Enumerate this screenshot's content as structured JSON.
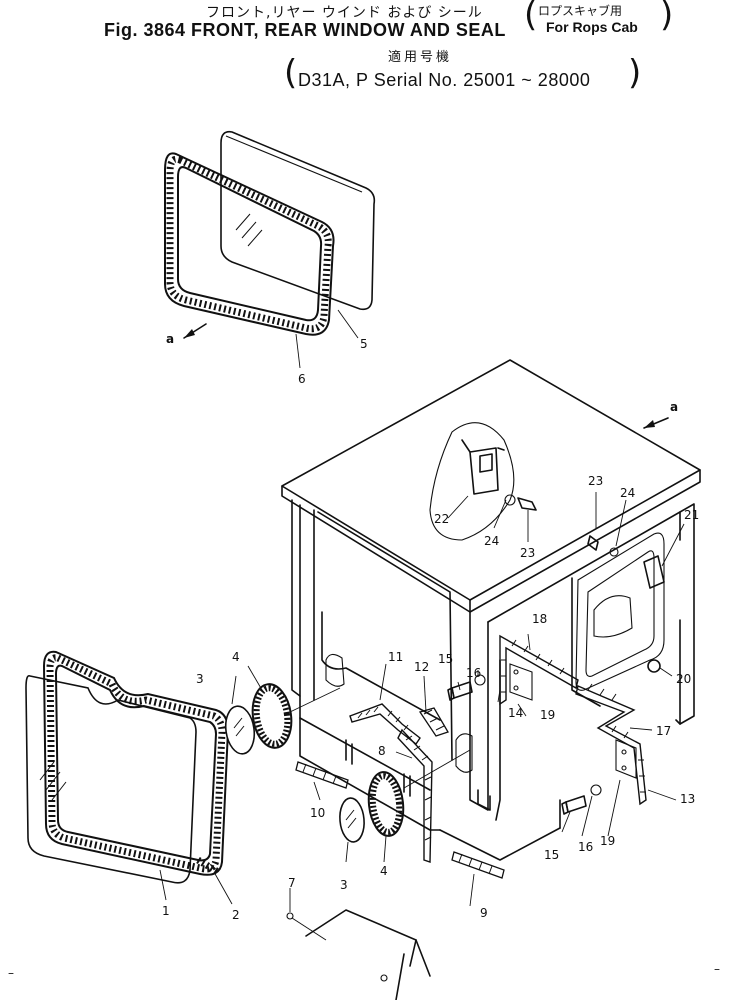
{
  "header": {
    "jp_title": "フロント,リヤー ウインド および シール",
    "jp_sub": "ロプスキャブ用",
    "en_title": "Fig. 3864 FRONT, REAR WINDOW AND SEAL",
    "en_sub": "For Rops Cab",
    "jp_serial_label": "適用号機",
    "serial": "D31A, P Serial No. 25001 ~ 28000"
  },
  "callouts": {
    "view_a_top": "a",
    "view_a_left": "a",
    "p1": "1",
    "p2": "2",
    "p3a": "3",
    "p3b": "3",
    "p4a": "4",
    "p4b": "4",
    "p5": "5",
    "p6": "6",
    "p7": "7",
    "p8": "8",
    "p9": "9",
    "p10": "10",
    "p11": "11",
    "p12": "12",
    "p13": "13",
    "p14": "14",
    "p15a": "15",
    "p15b": "15",
    "p16a": "16",
    "p16b": "16",
    "p17": "17",
    "p18": "18",
    "p19a": "19",
    "p19b": "19",
    "p20": "20",
    "p21": "21",
    "p22": "22",
    "p23a": "23",
    "p23b": "23",
    "p24a": "24",
    "p24b": "24"
  }
}
